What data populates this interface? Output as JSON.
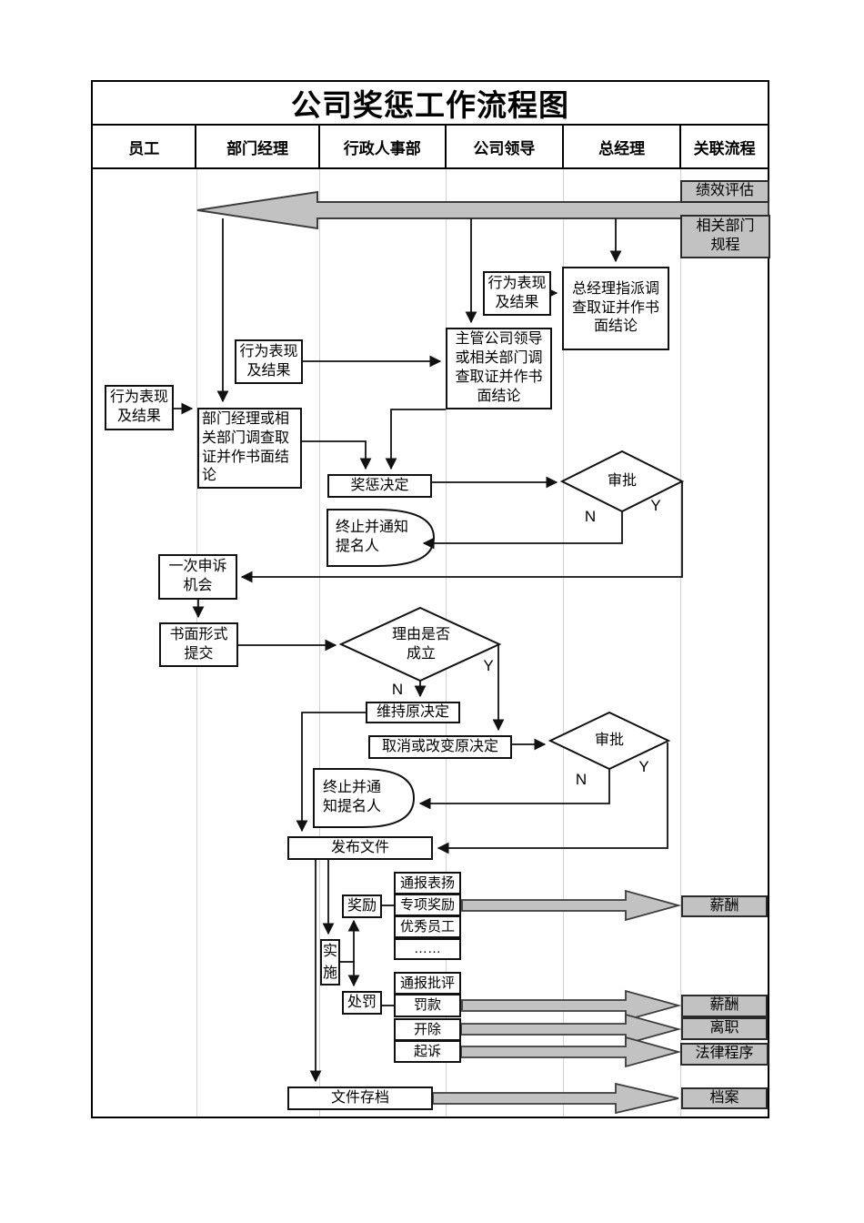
{
  "title": "公司奖惩工作流程图",
  "lanes": [
    "员工",
    "部门经理",
    "行政人事部",
    "公司领导",
    "总经理",
    "关联流程"
  ],
  "nodes": {
    "perf_eval": "绩效评估",
    "dept_rules": "相关部门\n规程",
    "behavior": "行为表现\n及结果",
    "gm_investigate": "总经理指派调\n查取证并作书\n面结论",
    "leader_investigate": "主管公司领导\n或相关部门调\n查取证并作书\n面结论",
    "mgr_investigate": "部门经理或相\n关部门调查取\n证并作书面结\n论",
    "decision": "奖惩决定",
    "approve": "审批",
    "terminate1": "终止并通知\n提名人",
    "terminate2": "终止并通\n知提名人",
    "appeal": "一次申诉\n机会",
    "written_submit": "书面形式\n提交",
    "reason_valid": "理由是否\n成立",
    "maintain": "维持原决定",
    "cancel_change": "取消或改变原决定",
    "publish": "发布文件",
    "implement": "实\n施",
    "reward": "奖励",
    "punish": "处罚",
    "reward_items": [
      "通报表扬",
      "专项奖励",
      "优秀员工",
      "……"
    ],
    "punish_items": [
      "通报批评",
      "罚款",
      "开除",
      "起诉"
    ],
    "archive": "文件存档",
    "pay": "薪酬",
    "leave": "离职",
    "legal": "法律程序",
    "file": "档案"
  },
  "branch": {
    "yes": "Y",
    "no": "N"
  },
  "colors": {
    "shape_fill": "#c2c2c2",
    "shape_border": "#2b2b2b",
    "line": "#111111",
    "lane_line": "#d2d2d2",
    "background": "#ffffff"
  }
}
